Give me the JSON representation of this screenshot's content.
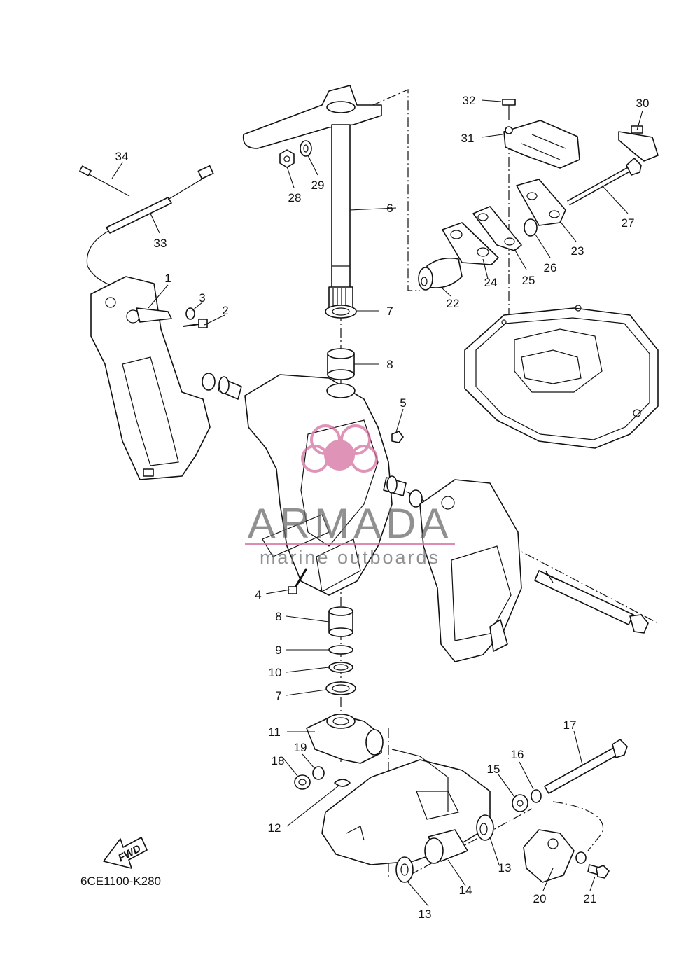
{
  "diagram": {
    "code": "6CE1100-K280",
    "direction_label": "FWD"
  },
  "watermark": {
    "brand": "ARMADA",
    "tagline": "marine outboards",
    "accent_color": "#d4709f"
  },
  "callouts": [
    {
      "id": "c1",
      "text": "1"
    },
    {
      "id": "c2",
      "text": "2"
    },
    {
      "id": "c3",
      "text": "3"
    },
    {
      "id": "c4",
      "text": "4"
    },
    {
      "id": "c5",
      "text": "5"
    },
    {
      "id": "c6",
      "text": "6"
    },
    {
      "id": "c7a",
      "text": "7"
    },
    {
      "id": "c7b",
      "text": "7"
    },
    {
      "id": "c8a",
      "text": "8"
    },
    {
      "id": "c8b",
      "text": "8"
    },
    {
      "id": "c9",
      "text": "9"
    },
    {
      "id": "c10",
      "text": "10"
    },
    {
      "id": "c11",
      "text": "11"
    },
    {
      "id": "c12",
      "text": "12"
    },
    {
      "id": "c13a",
      "text": "13"
    },
    {
      "id": "c13b",
      "text": "13"
    },
    {
      "id": "c14",
      "text": "14"
    },
    {
      "id": "c15",
      "text": "15"
    },
    {
      "id": "c16",
      "text": "16"
    },
    {
      "id": "c17",
      "text": "17"
    },
    {
      "id": "c18",
      "text": "18"
    },
    {
      "id": "c19",
      "text": "19"
    },
    {
      "id": "c20",
      "text": "20"
    },
    {
      "id": "c21",
      "text": "21"
    },
    {
      "id": "c22",
      "text": "22"
    },
    {
      "id": "c23",
      "text": "23"
    },
    {
      "id": "c24",
      "text": "24"
    },
    {
      "id": "c25",
      "text": "25"
    },
    {
      "id": "c26",
      "text": "26"
    },
    {
      "id": "c27",
      "text": "27"
    },
    {
      "id": "c28",
      "text": "28"
    },
    {
      "id": "c29",
      "text": "29"
    },
    {
      "id": "c30",
      "text": "30"
    },
    {
      "id": "c31",
      "text": "31"
    },
    {
      "id": "c32",
      "text": "32"
    },
    {
      "id": "c33",
      "text": "33"
    },
    {
      "id": "c34",
      "text": "34"
    }
  ]
}
